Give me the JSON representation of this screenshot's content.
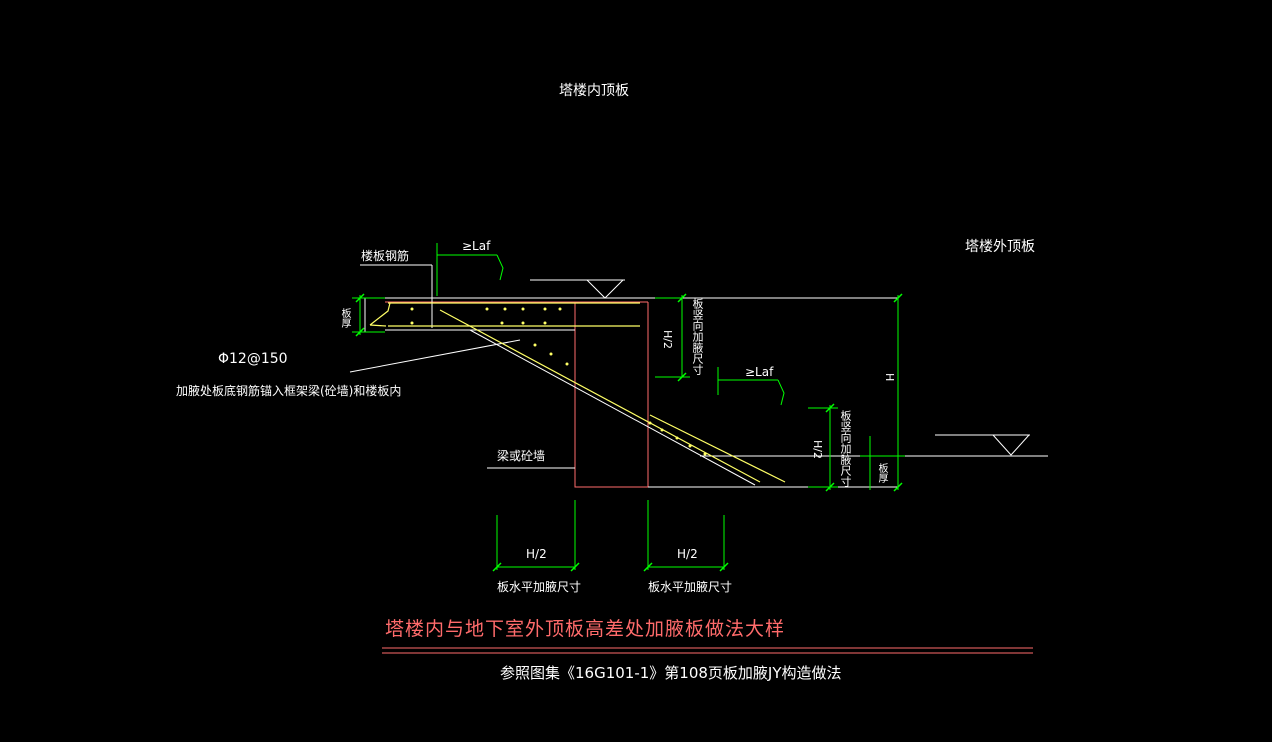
{
  "labels": {
    "tower_inner_roof": "塔楼内顶板",
    "tower_outer_roof": "塔楼外顶板",
    "slab_rebar": "楼板钢筋",
    "slab_thickness": "板厚",
    "rebar_spec": "Φ12@150",
    "haunch_note": "加腋处板底钢筋锚入框架梁(砼墙)和楼板内",
    "beam_or_wall": "梁或砼墙",
    "lap_top": "≥Laf",
    "lap_mid": "≥Laf",
    "h_half_upper": "H/2",
    "h_half_lower": "H/2",
    "h_total": "H",
    "vert_haunch_upper": "板竖向加腋尺寸",
    "vert_haunch_lower": "板竖向加腋尺寸",
    "slab_thickness_right": "板厚",
    "dim_left": "H/2",
    "dim_right": "H/2",
    "horiz_haunch_left": "板水平加腋尺寸",
    "horiz_haunch_right": "板水平加腋尺寸"
  },
  "title": "塔楼内与地下室外顶板高差处加腋板做法大样",
  "subtitle": "参照图集《16G101-1》第108页板加腋JY构造做法",
  "colors": {
    "background": "#000000",
    "dimension": "#00ff00",
    "concrete": "#ff6b6b",
    "rebar": "#ffff66",
    "outline": "#ffffff",
    "title": "#ff6b6b"
  }
}
